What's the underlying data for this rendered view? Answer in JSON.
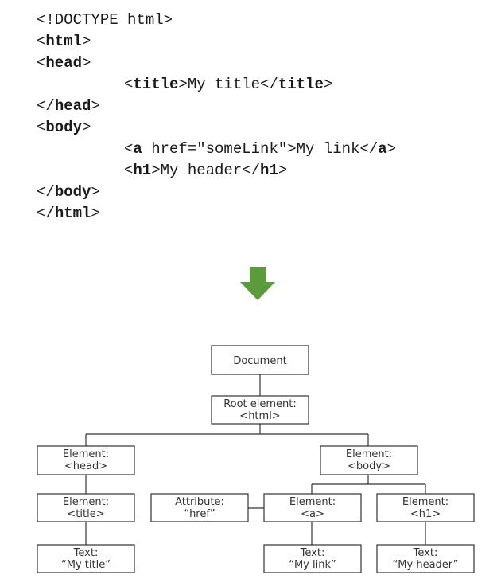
{
  "code": {
    "lines": [
      {
        "indent": 0,
        "parts": [
          {
            "t": "<!DOCTYPE html>",
            "b": false
          }
        ]
      },
      {
        "indent": 0,
        "parts": [
          {
            "t": "<",
            "b": false
          },
          {
            "t": "html",
            "b": true
          },
          {
            "t": ">",
            "b": false
          }
        ]
      },
      {
        "indent": 0,
        "parts": [
          {
            "t": "<",
            "b": false
          },
          {
            "t": "head",
            "b": true
          },
          {
            "t": ">",
            "b": false
          }
        ]
      },
      {
        "indent": 1,
        "parts": [
          {
            "t": "<",
            "b": false
          },
          {
            "t": "title",
            "b": true
          },
          {
            "t": ">My title</",
            "b": false
          },
          {
            "t": "title",
            "b": true
          },
          {
            "t": ">",
            "b": false
          }
        ]
      },
      {
        "indent": 0,
        "parts": [
          {
            "t": "</",
            "b": false
          },
          {
            "t": "head",
            "b": true
          },
          {
            "t": ">",
            "b": false
          }
        ]
      },
      {
        "indent": 0,
        "parts": [
          {
            "t": "<",
            "b": false
          },
          {
            "t": "body",
            "b": true
          },
          {
            "t": ">",
            "b": false
          }
        ]
      },
      {
        "indent": 1,
        "parts": [
          {
            "t": "<",
            "b": false
          },
          {
            "t": "a",
            "b": true
          },
          {
            "t": " href=\"someLink\">My link</",
            "b": false
          },
          {
            "t": "a",
            "b": true
          },
          {
            "t": ">",
            "b": false
          }
        ]
      },
      {
        "indent": 1,
        "parts": [
          {
            "t": "<",
            "b": false
          },
          {
            "t": "h1",
            "b": true
          },
          {
            "t": ">My header</",
            "b": false
          },
          {
            "t": "h1",
            "b": true
          },
          {
            "t": ">",
            "b": false
          }
        ]
      },
      {
        "indent": 0,
        "parts": [
          {
            "t": "</",
            "b": false
          },
          {
            "t": "body",
            "b": true
          },
          {
            "t": ">",
            "b": false
          }
        ]
      },
      {
        "indent": 0,
        "parts": [
          {
            "t": "</",
            "b": false
          },
          {
            "t": "html",
            "b": true
          },
          {
            "t": ">",
            "b": false
          }
        ]
      }
    ]
  },
  "arrow": {
    "icon": "arrow-down-icon",
    "color": "#5b9b3c"
  },
  "tree": {
    "document": [
      "Document"
    ],
    "root": [
      "Root element:",
      "<html>"
    ],
    "head": [
      "Element:",
      "<head>"
    ],
    "body": [
      "Element:",
      "<body>"
    ],
    "title": [
      "Element:",
      "<title>"
    ],
    "attr": [
      "Attribute:",
      "“href”"
    ],
    "a": [
      "Element:",
      "<a>"
    ],
    "h1": [
      "Element:",
      "<h1>"
    ],
    "text_title": [
      "Text:",
      "“My title”"
    ],
    "text_link": [
      "Text:",
      "“My link”"
    ],
    "text_header": [
      "Text:",
      "“My header”"
    ]
  }
}
